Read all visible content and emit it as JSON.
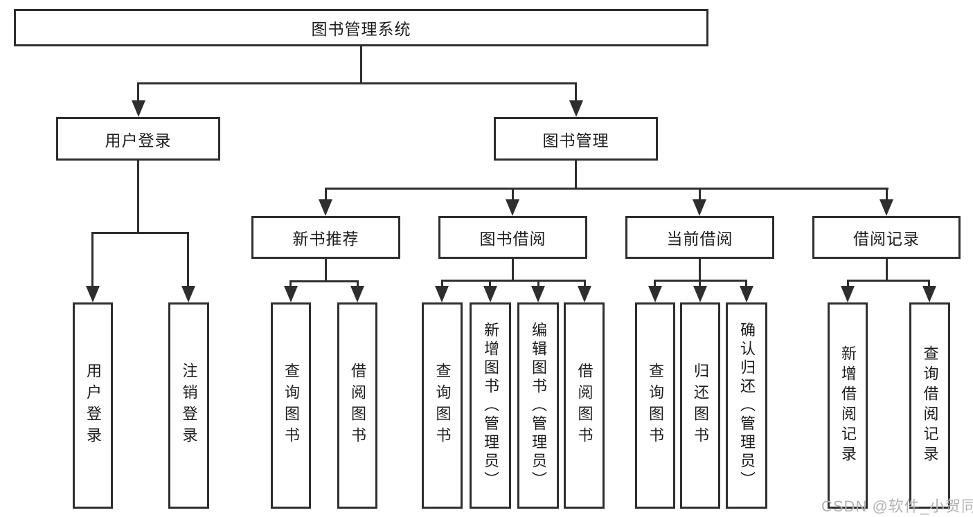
{
  "diagram": {
    "type": "tree-structure-diagram",
    "root": {
      "label": "图书管理系统"
    },
    "level2": {
      "user_login": {
        "label": "用户登录"
      },
      "book_management": {
        "label": "图书管理"
      }
    },
    "level3": {
      "new_book_recommend": {
        "label": "新书推荐"
      },
      "book_borrowing": {
        "label": "图书借阅"
      },
      "current_borrowing": {
        "label": "当前借阅"
      },
      "borrowing_records": {
        "label": "借阅记录"
      }
    },
    "leaves": {
      "user_login": {
        "label": "用户登录"
      },
      "logout": {
        "label": "注销登录"
      },
      "recommend_query_books": {
        "label": "查询图书"
      },
      "recommend_borrow_books": {
        "label": "借阅图书"
      },
      "borrowing_query_books": {
        "label": "查询图书"
      },
      "borrowing_add_books": {
        "label": "新增图书（管理员）"
      },
      "borrowing_edit_books": {
        "label": "编辑图书（管理员）"
      },
      "borrowing_borrow_books": {
        "label": "借阅图书"
      },
      "current_query_books": {
        "label": "查询图书"
      },
      "current_return_books": {
        "label": "归还图书"
      },
      "current_confirm_return": {
        "label": "确认归还（管理员）"
      },
      "records_add_record": {
        "label": "新增借阅记录"
      },
      "records_query_record": {
        "label": "查询借阅记录"
      }
    },
    "colors": {
      "line": "#2e2e2e",
      "box_border": "#2e2e2e",
      "text": "#1c1c1c",
      "background": "#ffffff",
      "watermark": "#b3b3b3"
    }
  },
  "watermark": "CSDN @软件_小贺同学"
}
